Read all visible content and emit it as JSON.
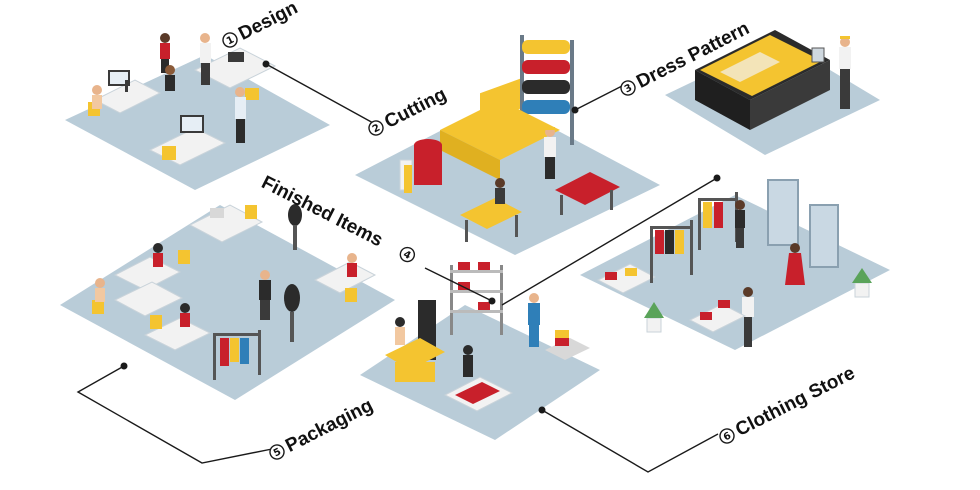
{
  "steps": [
    {
      "num": "1",
      "label": "Design"
    },
    {
      "num": "2",
      "label": "Cutting"
    },
    {
      "num": "3",
      "label": "Dress Pattern"
    },
    {
      "num": "4",
      "label": "Finished Items"
    },
    {
      "num": "5",
      "label": "Packaging"
    },
    {
      "num": "6",
      "label": "Clothing Store"
    }
  ],
  "colors": {
    "floor": "#b9ccd8",
    "floor_edge": "#a4bccb",
    "accent_yellow": "#f4c430",
    "accent_red": "#c8202b",
    "machine_dark": "#2b2b2b",
    "connector": "#1a1a1a"
  }
}
